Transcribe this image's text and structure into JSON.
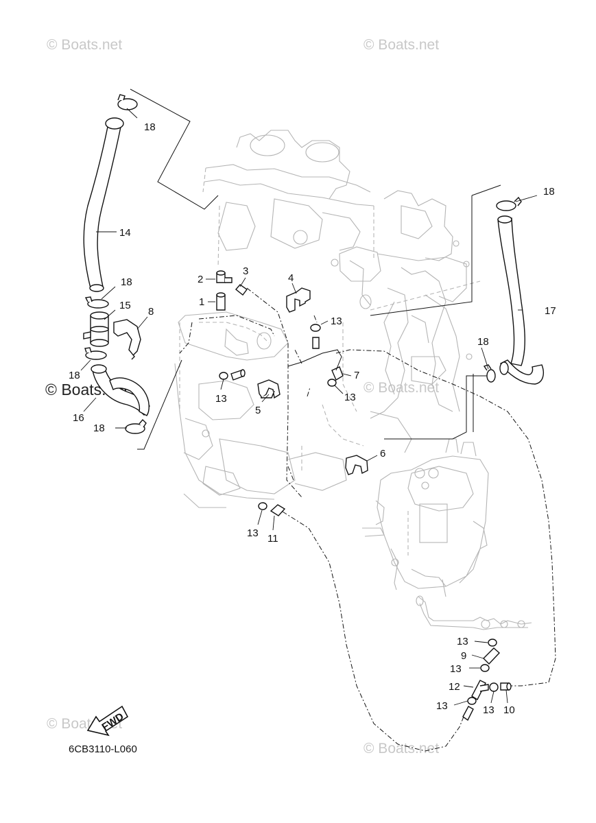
{
  "watermark": {
    "text": "© Boats.net"
  },
  "diagram_code": "6CB3110-L060",
  "fwd_label": "FWD",
  "callouts": {
    "c1": "1",
    "c2": "2",
    "c3": "3",
    "c4": "4",
    "c5": "5",
    "c6": "6",
    "c7": "7",
    "c8": "8",
    "c9": "9",
    "c10": "10",
    "c11": "11",
    "c12": "12",
    "c13": "13",
    "c14": "14",
    "c15": "15",
    "c16": "16",
    "c17": "17",
    "c18": "18"
  }
}
